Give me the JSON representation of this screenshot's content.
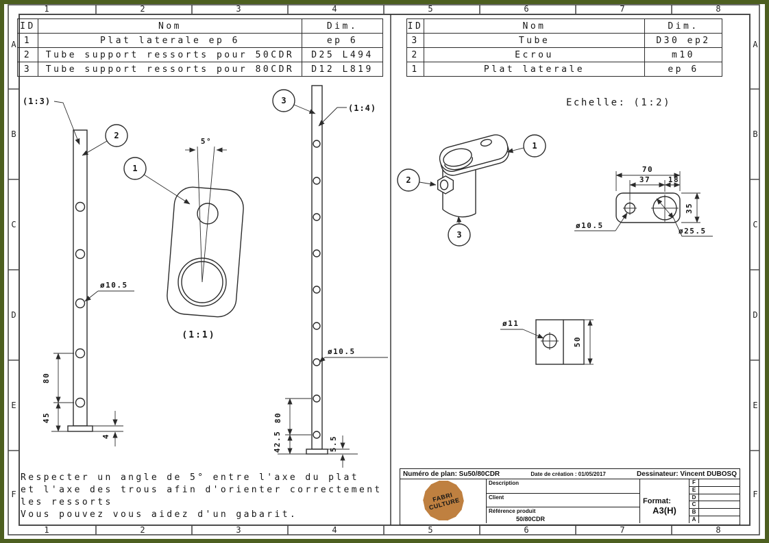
{
  "colors": {
    "border_green": "#4d5f20",
    "line": "#2b2b2b",
    "logo_orange": "#bf8040",
    "logo_green": "#3c7526"
  },
  "zones": {
    "columns": [
      "1",
      "2",
      "3",
      "4",
      "5",
      "6",
      "7",
      "8"
    ],
    "rows": [
      "A",
      "B",
      "C",
      "D",
      "E",
      "F"
    ]
  },
  "tables": {
    "left": {
      "headers": [
        "ID",
        "Nom",
        "Dim."
      ],
      "rows": [
        [
          "1",
          "Plat laterale ep 6",
          "ep 6"
        ],
        [
          "2",
          "Tube support ressorts pour 50CDR",
          "D25 L494"
        ],
        [
          "3",
          "Tube support ressorts pour 80CDR",
          "D12 L819"
        ]
      ]
    },
    "right": {
      "headers": [
        "ID",
        "Nom",
        "Dim."
      ],
      "rows": [
        [
          "3",
          "Tube",
          "D30 ep2"
        ],
        [
          "2",
          "Ecrou",
          "m10"
        ],
        [
          "1",
          "Plat laterale",
          "ep 6"
        ]
      ]
    }
  },
  "drawing": {
    "left_view": {
      "scale_label": "(1:3)",
      "balloon_tube": "2",
      "balloon_plate": "1",
      "hole_label": "ø10.5",
      "dim_spacing": "80",
      "dim_bottom": "45",
      "dim_base": "4"
    },
    "plate_detail": {
      "angle_label": "5°",
      "scale_label": "(1:1)"
    },
    "right_view": {
      "scale_label": "(1:4)",
      "balloon_tube": "3",
      "hole_label": "ø10.5",
      "dim_spacing": "80",
      "dim_bottom": "42.5",
      "dim_base": "5.5"
    },
    "assembly_view": {
      "scale_title": "Echelle: (1:2)",
      "balloon_plate": "1",
      "balloon_nut": "2",
      "balloon_tube": "3"
    },
    "plate_top_view": {
      "dim_width": "70",
      "dim_hole_offset": "37",
      "dim_edge": "18",
      "dim_height": "35",
      "small_hole_label": "ø10.5",
      "big_hole_label": "ø25.5"
    },
    "base_plate_view": {
      "hole_label": "ø11",
      "dim_height": "50"
    }
  },
  "note": {
    "lines": [
      "Respecter un angle de 5° entre l'axe du plat",
      "et l'axe des trous afin d'orienter correctement",
      "les ressorts",
      "Vous pouvez vous aidez d'un gabarit."
    ]
  },
  "title_block": {
    "plan_number": "Numéro de plan: Su50/80CDR",
    "creation_date": "Date de création : 01/05/2017",
    "designer": "Dessinateur: Vincent DUBOSQ",
    "description_label": "Description",
    "client_label": "Client",
    "reference_label": "Référence produit",
    "reference_value": "50/80CDR",
    "format_label": "Format:",
    "format_value": "A3(H)",
    "revisions": [
      "F",
      "E",
      "D",
      "C",
      "B",
      "A"
    ]
  },
  "logo": {
    "line1": "FABRI",
    "line2": "CULTURE"
  }
}
